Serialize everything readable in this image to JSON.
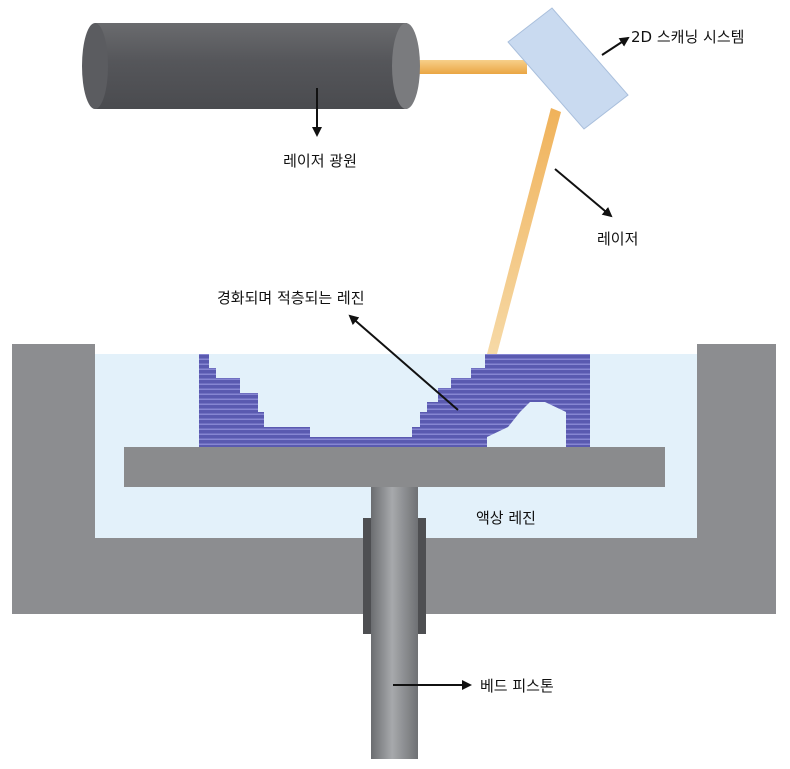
{
  "labels": {
    "scanner": "2D 스캐닝 시스템",
    "laser_source": "레이저 광원",
    "laser_beam": "레이저",
    "cured_resin": "경화되며 적층되는 레진",
    "liquid_resin": "액상 레진",
    "bed_piston": "베드 피스톤"
  },
  "colors": {
    "laser_body": "#5a5b5e",
    "laser_cap": "#7a7b7e",
    "beam": "#f2b45a",
    "mirror": "#c9daf0",
    "vat": "#8c8d90",
    "resin": "#e3f1fa",
    "printed_part": "#5a5ab0",
    "bed": "#8a8b8d",
    "piston": "#8e9093",
    "piston_sleeve": "#4e4f52"
  }
}
